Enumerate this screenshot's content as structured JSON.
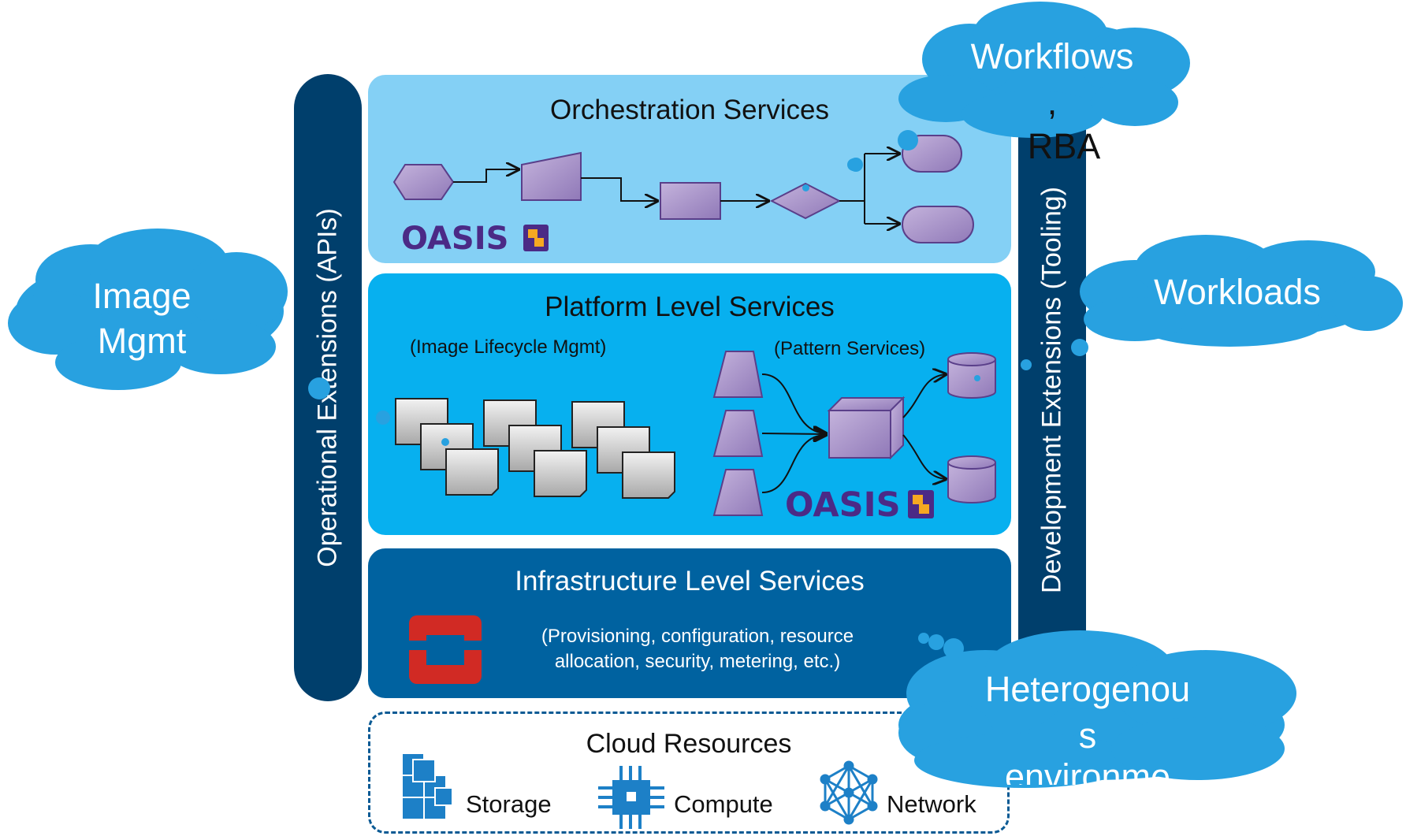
{
  "layers": {
    "orchestration": {
      "title": "Orchestration Services"
    },
    "platform": {
      "title": "Platform Level Services",
      "image_lifecycle": "(Image Lifecycle Mgmt)",
      "pattern_services": "(Pattern Services)"
    },
    "infrastructure": {
      "title": "Infrastructure Level Services",
      "desc_line1": "(Provisioning, configuration, resource",
      "desc_line2": "allocation, security, metering, etc.)"
    }
  },
  "bars": {
    "operational": "Operational Extensions (APIs)",
    "development": "Development Extensions (Tooling)"
  },
  "cloud_resources": {
    "title": "Cloud Resources",
    "items": [
      {
        "label": "Storage",
        "icon": "storage-icon"
      },
      {
        "label": "Compute",
        "icon": "compute-icon"
      },
      {
        "label": "Network",
        "icon": "network-icon"
      }
    ]
  },
  "clouds": {
    "workflows": {
      "line1": "Workflows",
      "line2": ",",
      "line3": "RBA"
    },
    "image_mgmt": {
      "line1": "Image",
      "line2": "Mgmt"
    },
    "workloads": {
      "line1": "Workloads"
    },
    "heterogeneous": {
      "line1": "Heterogenou",
      "line2": "s",
      "line3": "environme"
    }
  },
  "logos": {
    "oasis": "OASIS"
  },
  "colors": {
    "orchestration_bg": "#84d0f5",
    "platform_bg": "#07b0ef",
    "infrastructure_bg": "#0062a0",
    "extension_bar": "#003f6c",
    "cloud": "#28a1e0",
    "shape_fill": "#a893c6",
    "oasis_text": "#4b2a86"
  }
}
